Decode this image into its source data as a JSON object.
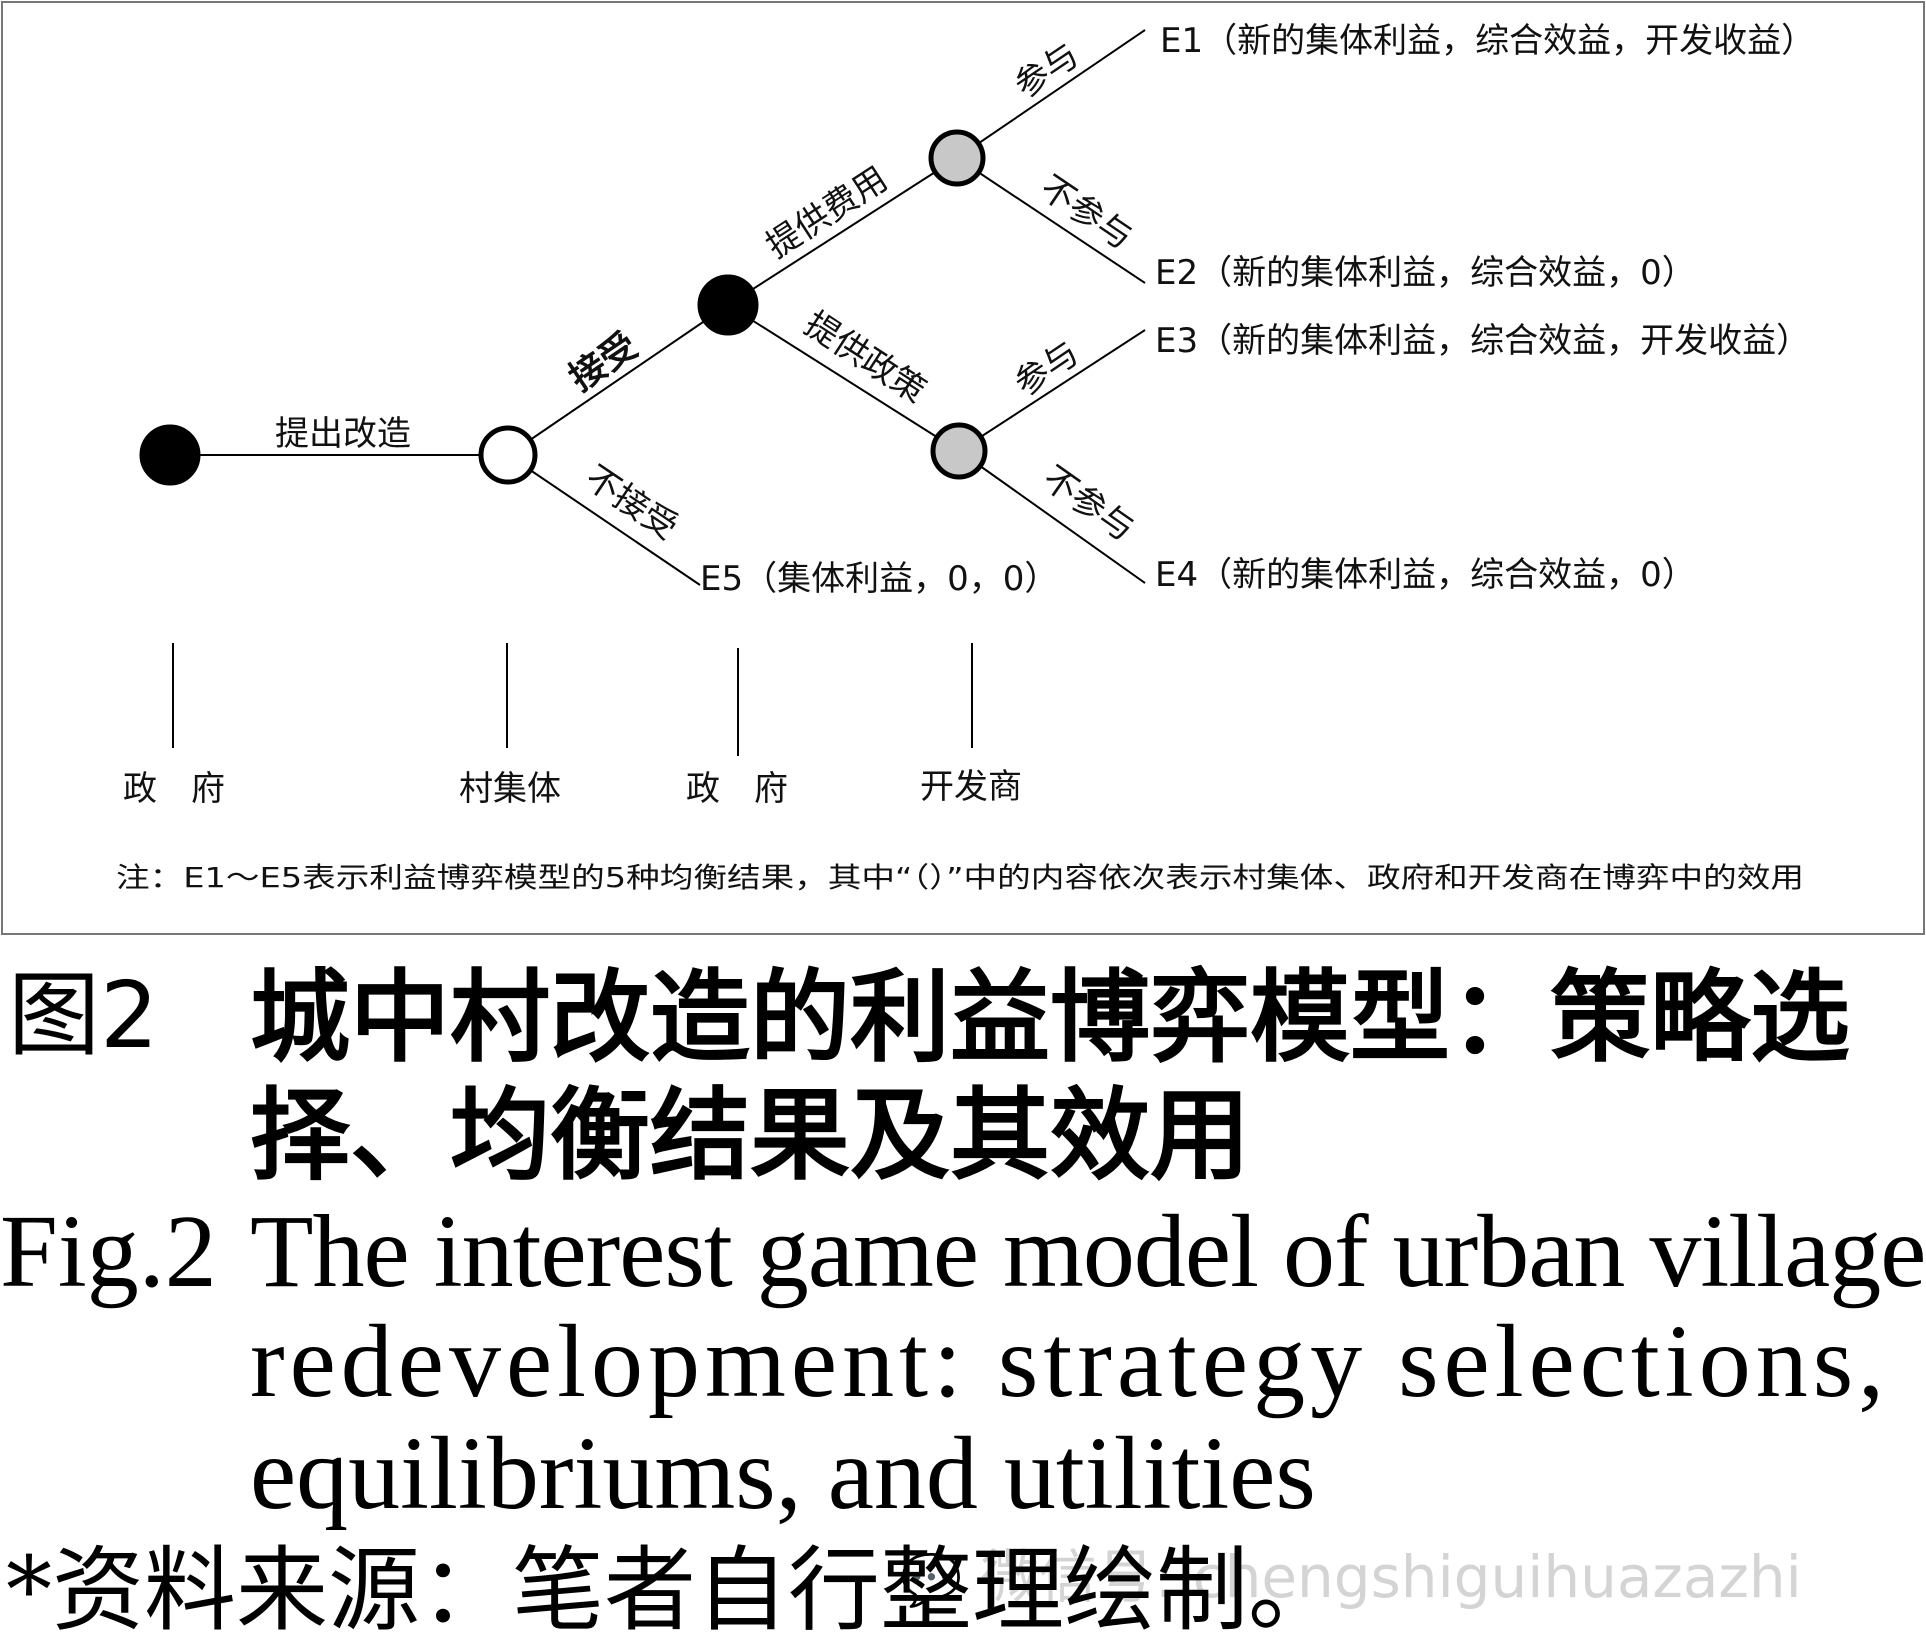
{
  "diagram": {
    "moves": {
      "propose": "提出改造",
      "accept": "接受",
      "reject": "不接受",
      "provide_funds": "提供费用",
      "provide_policy": "提供政策",
      "participate_1": "参与",
      "not_participate_1": "不参与",
      "participate_2": "参与",
      "not_participate_2": "不参与"
    },
    "outcomes": {
      "e1": "E1（新的集体利益，综合效益，开发收益）",
      "e2": "E2（新的集体利益，综合效益，0）",
      "e3": "E3（新的集体利益，综合效益，开发收益）",
      "e4": "E4（新的集体利益，综合效益，0）",
      "e5": "E5（集体利益，0，0）"
    },
    "players": {
      "government_1": "政　府",
      "village": "村集体",
      "government_2": "政　府",
      "developer": "开发商"
    },
    "note": "注：E1～E5表示利益博弈模型的5种均衡结果，其中“（）”中的内容依次表示村集体、政府和开发商在博弈中的效用",
    "colors": {
      "black_node": "#000000",
      "white_node": "#ffffff",
      "gray_node": "#c8c8c8",
      "line": "#000000"
    }
  },
  "caption": {
    "cn_label": "图2",
    "cn_line1": "城中村改造的利益博弈模型：策略选",
    "cn_line2": "择、均衡结果及其效用",
    "en_label": "Fig.2",
    "en_line1": "The interest game model of urban village",
    "en_line2": "redevelopment: strategy selections,",
    "en_line3": "equilibriums, and utilities",
    "source": "*资料来源：笔者自行整理绘制。"
  },
  "watermark": "微信号: chengshiguihuazazhi"
}
